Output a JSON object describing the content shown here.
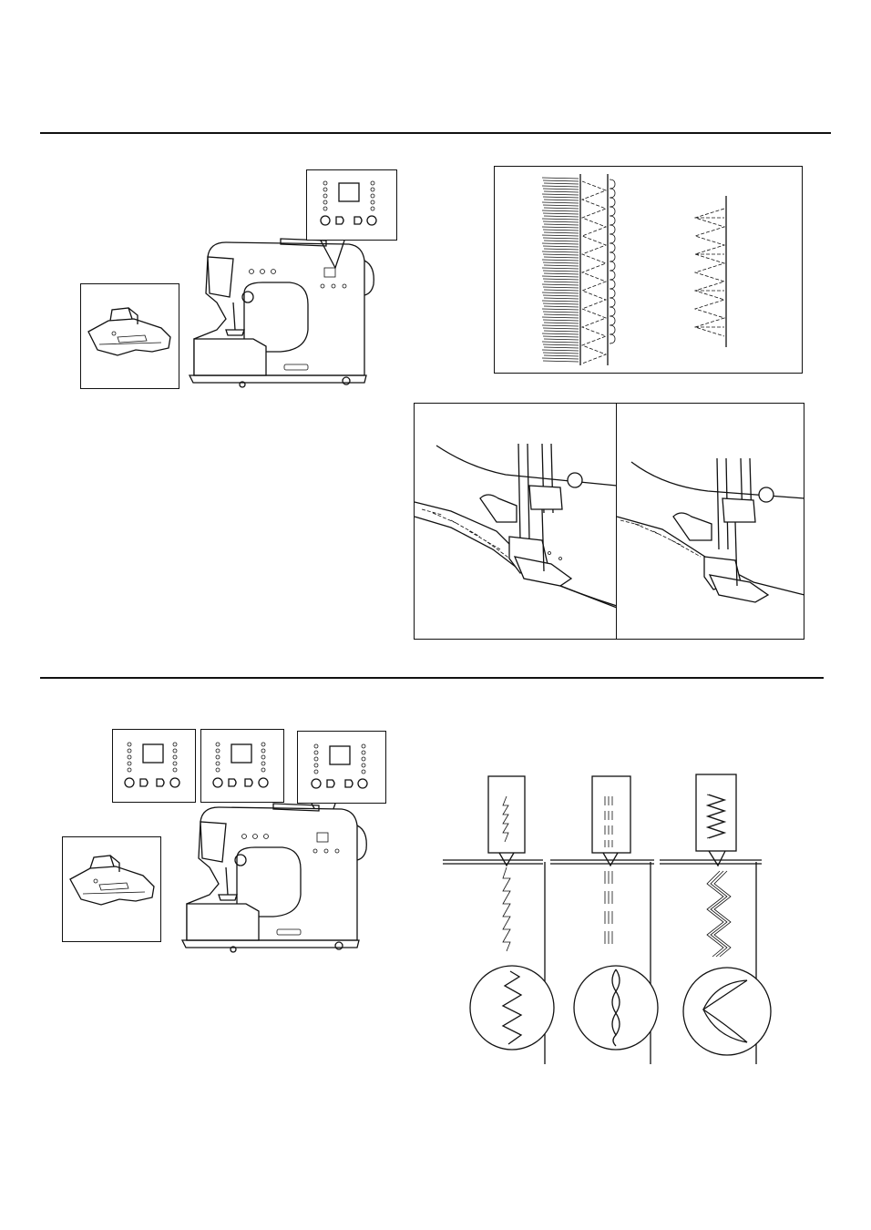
{
  "sections": [
    {
      "name": "overcasting"
    },
    {
      "name": "stretch-stitches"
    }
  ],
  "panel": {
    "led_rows": 6
  },
  "stitch_samples": [
    {
      "name": "lightning-stitch"
    },
    {
      "name": "triple-straight-stitch"
    },
    {
      "name": "triple-zigzag-stitch"
    }
  ]
}
